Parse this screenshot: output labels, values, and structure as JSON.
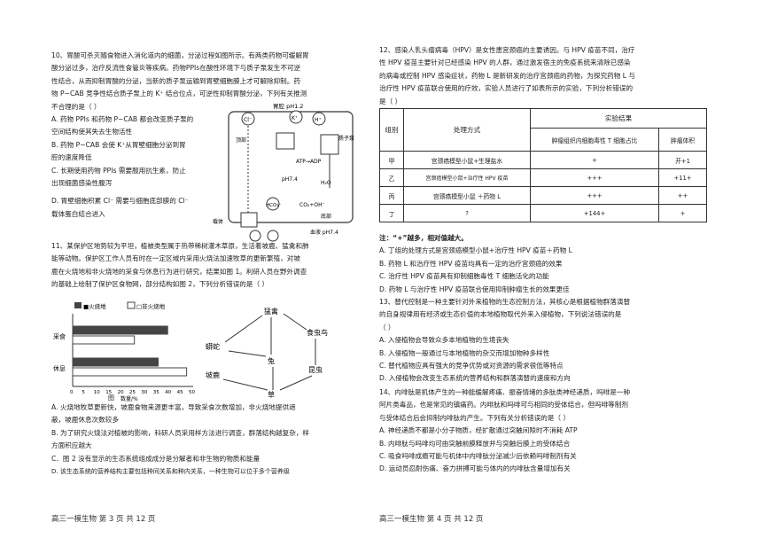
{
  "q10": {
    "stem": [
      "10、胃酸可杀灭随食物进入消化道内的细菌，分泌过程如图所示。有两类药物可缓解胃",
      "酸分泌过多，治疗反流性食管炎等疾病。药物PPIs在酸性环境下与质子泵发生不可逆",
      "性结合，从而抑制胃酸的分泌，当新的质子泵运输到胃壁细胞膜上才可解除抑制。药",
      "物 P−CAB 竞争性结合质子泵上的 K⁺ 结合位点，可逆性抑制胃酸分泌，下列有关推测",
      "不合理的是（     ）"
    ],
    "options": [
      "A. 药物 PPIs 和药物 P−CAB 都会改变质子泵的",
      "空间结构使其失去生物活性",
      "B. 药物 P−CAB 会使 K⁺从胃壁细胞分泌到胃",
      "腔的速度降低",
      "C. 长期使用药物 PPIs 需要服用抗生素，防止",
      "出现细菌感染性腹泻",
      "D. 胃壁细胞积累 Cl⁻ 需要与细胞底部膜的 Cl⁻",
      "载体蛋白结合进入"
    ],
    "figure_labels": {
      "lumen": "胃腔 pH1.2",
      "top": "顶部",
      "pump": "质子泵",
      "atp": "ATP→ADP",
      "ph": "pH7.4",
      "water": "H₂O",
      "co2": "CO₂+OH⁻",
      "bottom": "底部",
      "carrier": "载体",
      "blood": "血液 pH7.4",
      "cl": "Cl⁻",
      "k": "K⁺",
      "h": "H⁺",
      "hco3": "HCO₃⁻"
    }
  },
  "q11": {
    "stem": [
      "11、某保护区地势较为平坦，植被类型属于热带稀树灌木草原，生活着坡鹿、猛禽和肺",
      "能等动物。保护区工作人员有时在一定区域内采用火烧法加速牧草的更新繁殖，对坡",
      "鹿在火烧地和非火烧地的采食与休息行为进行研究，结果如图 1。利研人员在野外调查",
      "的基础上绘制了保护区食物网，部分结构如图 2，下列分析错误的是（     ）"
    ],
    "legend": [
      "■火烧地",
      "□非火烧地"
    ],
    "bar_labels": [
      "采食",
      "休息"
    ],
    "xlabel": "数量/%",
    "ticks": [
      "0",
      "5",
      "10",
      "15",
      "20",
      "25",
      "30",
      "35",
      "40",
      "45",
      "50"
    ],
    "fig1": "图",
    "foodweb": [
      "猛禽",
      "食虫鸟",
      "蟒蛇",
      "坡鹿",
      "兔",
      "昆虫",
      "草"
    ],
    "options": [
      "A. 火烧地牧草更新快，坡鹿食物来源更丰富，导致采食次数增加，非火烧地提供遮",
      "蔽，坡鹿休息次数较多",
      "B. 为了研究火烧法对植被的影响，科研人员采用样方法进行调查，群落结构越复杂，样",
      "方面积应越大",
      "C．图 2 没有显示的生态系统组成成分是分解者和非生物的物质和能量",
      "D. 该生态系统的营养结构主要包括种间关系和种内关系，一种生物可以位于多个营养级"
    ]
  },
  "q12": {
    "stem": [
      "12、感染人乳头瘤病毒（HPV）是女性患宫颈癌的主要诱因。与 HPV 疫苗不同，治疗",
      "性 HPV 疫苗主要针对已经感染 HPV 的人群，通过激发宿主的免疫系统来清除已感染",
      "的病毒或控制 HPV 感染症状，药物 L 是新研发的治疗宫颈癌的药物，为探究药物 L 与",
      "治疗性 HPV 疫苗联合使用的疗效，实验人员进行了如表所示的实验，下列分析错误的",
      "是（     ）"
    ],
    "table": {
      "h_group": "组别",
      "h_treat": "处理方式",
      "h_result": "实验结果",
      "h_col1": "肿瘤组织内细胞毒性 T 细胞占比",
      "h_col2": "肿瘤体积",
      "rows": [
        [
          "甲",
          "宫颈癌模型小鼠+生理盐水",
          "+",
          "开+1"
        ],
        [
          "乙",
          "宫颈癌模型小鼠+治疗性 HPV 疫苗",
          "+++",
          "+11+"
        ],
        [
          "丙",
          "宫颈癌模型小鼠 ＋药物 L",
          "+++",
          "++"
        ],
        [
          "丁",
          "?",
          "+144+",
          "+"
        ]
      ]
    },
    "note": "注：“+”越多，相对值越大。",
    "options": [
      "A. 丁组的处理方式是宫颈癌模型小鼠+治疗性 HPV 疫苗＋药物 L",
      "B. 药物 L 和治疗性 HPV 疫苗均具有一定的治疗宫颈癌的效果",
      "C. 治疗性 HPV 疫苗具有抑制细胞毒性 T 细胞活化的功能",
      "D. 药物 L 与治疗性 HPV 疫苗联合使用抑制肿瘤生长的效果更佳"
    ]
  },
  "q13": {
    "stem": [
      "13、替代控制是一种主要针对外来植物的生态控制方法，其核心是根据植物群落演替",
      "的自身规律用有经济或生态价值的本地植物取代外来入侵植物，下列说法错误的是",
      "（     ）"
    ],
    "options": [
      "A. 入侵植物会导致众多本地植物的生境丧失",
      "B. 入侵植物一般通过与本地植物的杂交而增加物种多样性",
      "C. 替代植物应具有强大的竞争优势或对资源的需求很低等特点",
      "D. 入侵植物会改变生态系统的营养结构和群落演替的速度和方向"
    ]
  },
  "q14": {
    "stem": [
      "14、内啡肽是机体产生的一种能缓解疼痛、振奋情绪的多肽类神经递质，吗啡是一种",
      "阿片类毒品，也是常见的镇痛药。内啡肽和吗啡可与相同的受体结合，但吗啡等制剂",
      "与受体结合后会抑制内啡肽的产生。下列有关分析错误的是（     ）"
    ],
    "options": [
      "A. 神经递质不都是小分子物质，经扩散通过突触间隙时不消耗 ATP",
      "B. 内啡肽与吗啡均可由突触前膜释放并与突触后膜上的受体结合",
      "C. 吸食吗啡成瘾可能与机体中内啡肽分泌减少后依赖吗啡制剂有关",
      "D. 运动员忍耐伤痛、奋力拼搏可能与体内的内啡肽含量增加有关"
    ]
  },
  "footer": {
    "left": "高三一模生物  第 3 页  共 12 页",
    "right": "高三一模生物  第 4 页  共 12 页"
  },
  "chart_data": {
    "type": "bar",
    "categories": [
      "采食",
      "休息"
    ],
    "series": [
      {
        "name": "火烧地",
        "values": [
          40,
          36
        ]
      },
      {
        "name": "非火烧地",
        "values": [
          26,
          48
        ]
      }
    ],
    "xlabel": "数量/%",
    "xlim": [
      0,
      50
    ]
  }
}
